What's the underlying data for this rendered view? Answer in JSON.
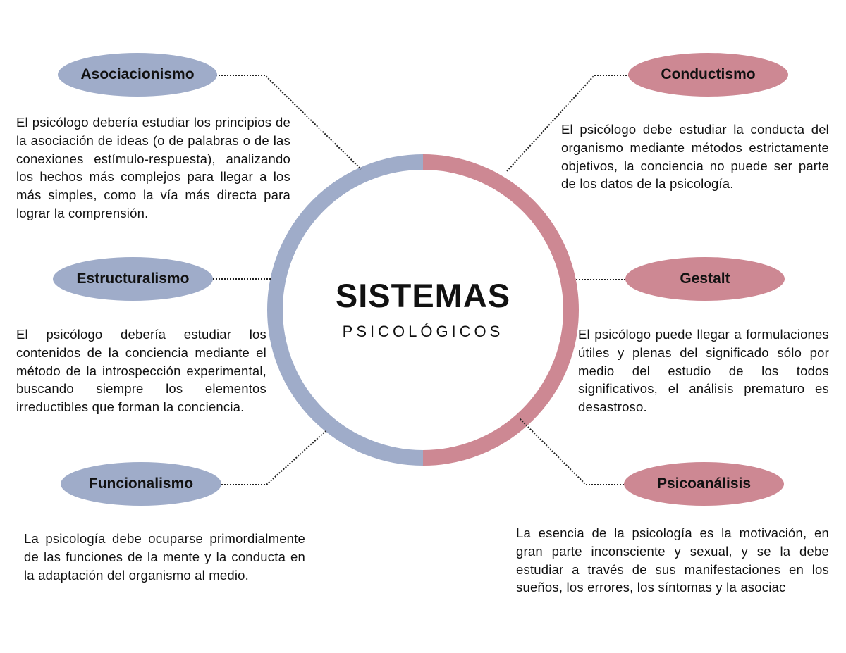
{
  "center": {
    "title": "SISTEMAS",
    "subtitle": "PSICOLÓGICOS"
  },
  "colors": {
    "left": "#9facc9",
    "right": "#cd8893"
  },
  "systems": {
    "asociacionismo": {
      "label": "Asociacionismo",
      "text": "El psicólogo debería estudiar los principios de la asociación de ideas (o de palabras o de las conexiones estímulo-respuesta), analizando los hechos más complejos para llegar a los más simples, como la vía más directa para lograr la comprensión."
    },
    "estructuralismo": {
      "label": "Estructuralismo",
      "text": "El psicólogo debería estudiar los contenidos de la conciencia mediante el método de la introspección experimental, buscando siempre los elementos irreductibles que forman la conciencia."
    },
    "funcionalismo": {
      "label": "Funcionalismo",
      "text": "La psicología debe ocuparse primordialmente de las funciones de la mente y la conducta en la adaptación del organismo al medio."
    },
    "conductismo": {
      "label": "Conductismo",
      "text": "El psicólogo debe estudiar la conducta del organismo mediante métodos estrictamente objetivos, la conciencia no puede ser parte de los datos de la psicología."
    },
    "gestalt": {
      "label": "Gestalt",
      "text": "El psicólogo puede llegar a formulaciones útiles y plenas del significado sólo por medio del estudio de los todos significativos, el análisis prematuro es desastroso."
    },
    "psicoanalisis": {
      "label": "Psicoanálisis",
      "text": "La esencia de la psicología es la motivación, en gran parte inconsciente y sexual, y se la debe estudiar a través de sus manifestaciones en los sueños, los errores, los síntomas y la asociac"
    }
  }
}
